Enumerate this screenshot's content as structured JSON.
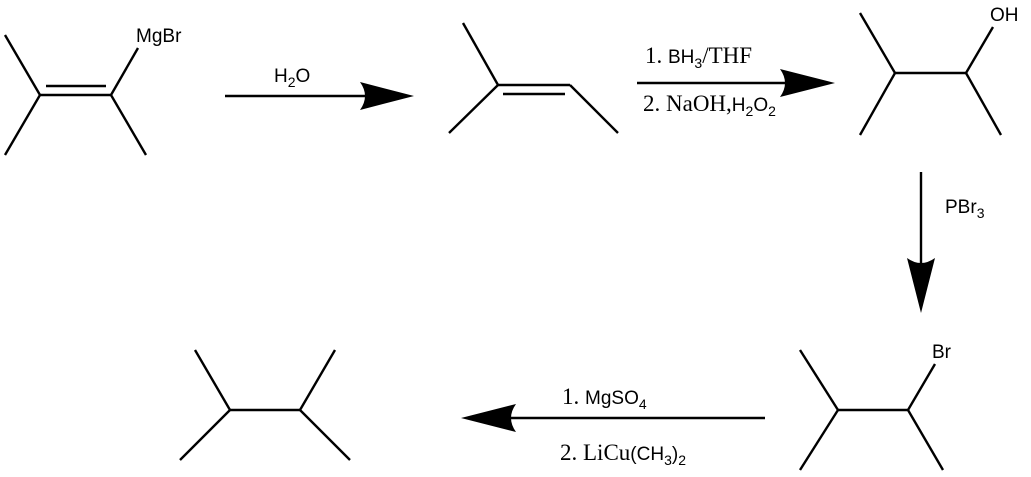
{
  "molecules": {
    "grignard": {
      "substituent": "MgBr"
    },
    "alcohol": {
      "substituent": "OH"
    },
    "bromide": {
      "substituent": "Br"
    }
  },
  "steps": {
    "step1": {
      "formula": "H",
      "sub": "2",
      "rest": "O"
    },
    "step2": {
      "line1": {
        "prefix": "1. ",
        "formula": "BH",
        "sub": "3",
        "rest": "/THF"
      },
      "line2": {
        "prefix": "2. NaOH,",
        "formula": "H",
        "sub": "2",
        "formula2": "O",
        "sub2": "2"
      }
    },
    "step3": {
      "formula": "PBr",
      "sub": "3"
    },
    "step4": {
      "line1": {
        "prefix": "1. ",
        "formula": "MgSO",
        "sub": "4"
      },
      "line2": {
        "prefix": "2. LiCu",
        "formula": "(CH",
        "sub": "3",
        "rest": ")",
        "sub2": "2"
      }
    }
  },
  "colors": {
    "ink": "#000000",
    "background": "#ffffff"
  }
}
